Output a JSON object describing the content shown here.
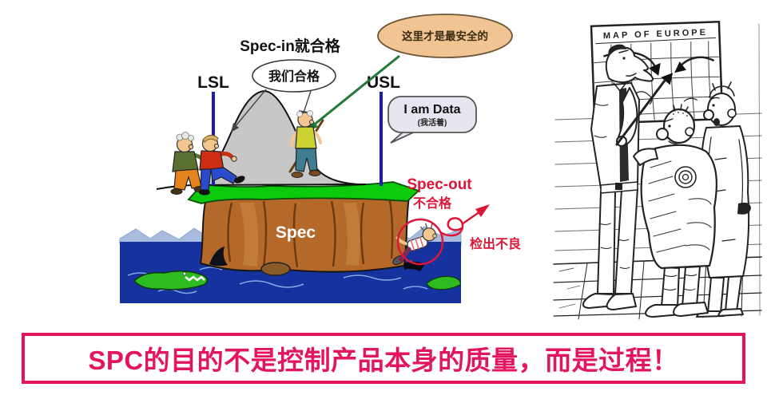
{
  "diagram": {
    "title": "Spec-in就合格",
    "we_pass": "我们合格",
    "safest": "这里才是最安全的",
    "lsl": "LSL",
    "usl": "USL",
    "i_am_data": "I am Data",
    "i_am_alive": "(我活着)",
    "spec": "Spec",
    "spec_out": "Spec-out",
    "not_qualified": "不合格",
    "detect_defect": "检出不良"
  },
  "cartoon": {
    "map_title": "MAP OF EUROPE"
  },
  "banner": {
    "text": "SPC的目的不是控制产品本身的质量，而是过程！"
  },
  "colors": {
    "banner_red": "#e2155e",
    "annotation_red": "#dd1638",
    "limit_line_blue": "#1c1cb4",
    "water_blue": "#16329e",
    "grass_green": "#0bc90b",
    "cliff_brown": "#b4682a",
    "mountain_gray": "#c7c7c7",
    "safest_bubble_fill": "#f3c493",
    "data_bubble_fill": "#e6e6f0",
    "arrow_green": "#1f7a35"
  }
}
